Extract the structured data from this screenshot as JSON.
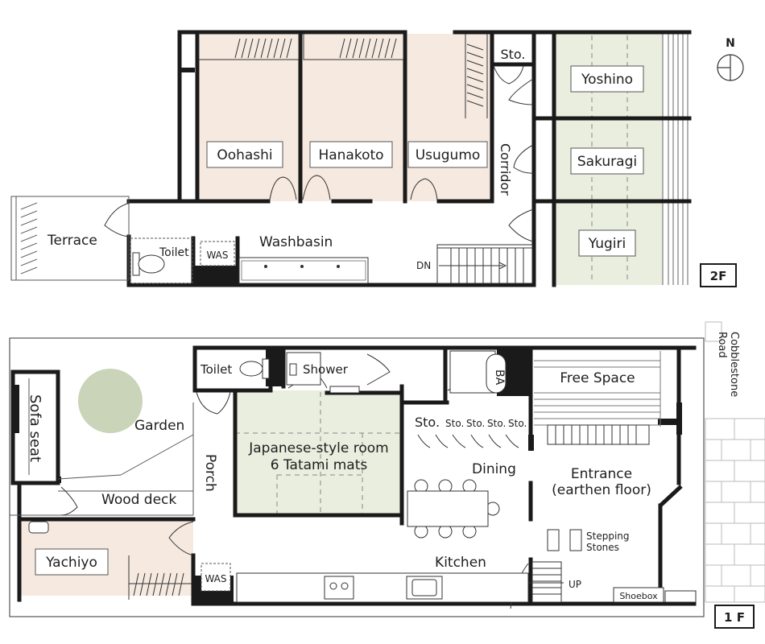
{
  "compass": {
    "north": "N"
  },
  "floor2": {
    "badge": "2F",
    "rooms": {
      "oohashi": "Oohashi",
      "hanakoto": "Hanakoto",
      "usugumo": "Usugumo",
      "yoshino": "Yoshino",
      "sakuragi": "Sakuragi",
      "yugiri": "Yugiri"
    },
    "labels": {
      "storage": "Sto.",
      "corridor": "Corridor",
      "terrace": "Terrace",
      "toilet": "Toilet",
      "was": "WAS",
      "washbasin": "Washbasin",
      "down": "DN"
    }
  },
  "floor1": {
    "badge": "1 F",
    "road_line1": "Cobblestone",
    "road_line2": "Road",
    "labels": {
      "toilet": "Toilet",
      "shower": "Shower",
      "bath": "BA",
      "free_space": "Free Space",
      "sofa_seat": "Sofa seat",
      "garden": "Garden",
      "porch": "Porch",
      "wood_deck": "Wood deck",
      "japanese_room_line1": "Japanese-style room",
      "japanese_room_line2": "6 Tatami mats",
      "storage_main": "Sto.",
      "storage_small": [
        "Sto.",
        "Sto.",
        "Sto.",
        "Sto."
      ],
      "dining": "Dining",
      "entrance_line1": "Entrance",
      "entrance_line2": "(earthen floor)",
      "stepping_line1": "Stepping",
      "stepping_line2": "Stones",
      "yachiyo": "Yachiyo",
      "was": "WAS",
      "kitchen": "Kitchen",
      "up": "UP",
      "shoebox": "Shoebox"
    }
  },
  "colors": {
    "wall": "#1a1a1a",
    "guest_room_fill": "#f5e9e0",
    "tatami_fill": "#e9eedf",
    "garden_tree": "#c9d4b9",
    "road_brick": "#cfcfcf"
  }
}
